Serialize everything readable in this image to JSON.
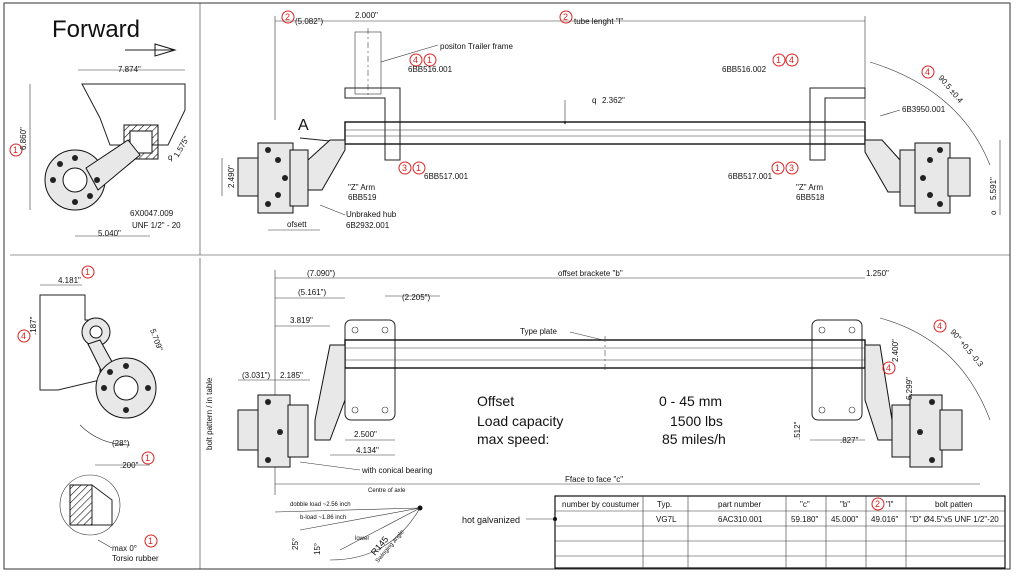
{
  "title": "Forward",
  "top_view": {
    "tube_length_label": "tube lenght \"l\"",
    "tube_length_marker": "2",
    "left_offset_marker": "2",
    "left_offset_value": "(5.082\")",
    "frame_width": "2.000\"",
    "frame_label": "positon Trailer frame",
    "left_bracket": "6BB516.001",
    "left_bracket_markers": "4",
    "left_bracket_marker2": "1",
    "right_bracket": "6BB516.002",
    "right_bracket_markers": "1",
    "right_bracket_marker2": "4",
    "tube_size": "2.362\"",
    "tube_size_symbol": "q",
    "right_part": "6B3950.001",
    "left_arm_part": "6BB517.001",
    "left_arm_markers": [
      "3",
      "1"
    ],
    "right_arm_part": "6BB517.001",
    "right_arm_markers": [
      "1",
      "3"
    ],
    "left_z_arm_label": "\"Z\" Arm",
    "left_z_arm_part": "6BB519",
    "right_z_arm_label": "\"Z\" Arm",
    "right_z_arm_part": "6BB518",
    "unbraked_hub_label": "Unbraked hub",
    "unbraked_hub_part": "6B2932.001",
    "offset_label": "ofsett",
    "section_marker": "A",
    "dim_2490": "2.490\"",
    "right_angle_marker": "4",
    "right_angle_value": "90.5 ±0.4",
    "right_dim": "5.591\"",
    "right_dim_symbol": "o"
  },
  "side_view": {
    "width": "7.874\"",
    "height_marker": "1",
    "height": "6.860\"",
    "diag": "1.575\"",
    "diag_symbol": "q",
    "bolt_part": "6X0047.009",
    "bolt_thread": "UNF 1/2\" - 20",
    "hub_width": "5.040\""
  },
  "front_view": {
    "total": "(7.090\")",
    "brackets_label": "offset brackete \"b\"",
    "right_dim": "1.250\"",
    "left_dim": "(5.161\")",
    "bracket_dim": "(2.205\")",
    "arm_dim": "3.819\"",
    "type_plate": "Type plate",
    "hub_dim1": "(3.031\")",
    "hub_dim2": "2.185\"",
    "bolt_pattern_label": "bolt pattern / in table",
    "bottom_dim1": "2.500\"",
    "bottom_dim2": "4.134\"",
    "bearing_label": "with conical bearing",
    "face_label": "Fface to face \"c\"",
    "right_h1": "2.400\"",
    "right_h1_marker": "4",
    "right_h2": "6.299\"",
    "right_angle_marker": "4",
    "right_angle": "90° +0.5 -0.3",
    "right_bottom1": ".512\"",
    "right_bottom2": ".827\""
  },
  "specs": [
    {
      "label": "Offset",
      "value": "0 - 45 mm"
    },
    {
      "label": "Load capacity",
      "value": "1500 lbs"
    },
    {
      "label": "max speed:",
      "value": "85 miles/h"
    }
  ],
  "left_side_view": {
    "top_dim": "4.181\"",
    "top_marker": "1",
    "left_marker": "4",
    "left_dim": ".187\"",
    "arm_dim": "5.709\"",
    "angle_label": "(28°)",
    "bottom_dim": ".200\"",
    "bottom_marker": "1",
    "max_label": "max 0°",
    "max_marker": "1",
    "torsio_label": "Torsio rubber"
  },
  "load_diagram": {
    "center_label": "Centre of axle",
    "double_load": "dobble load ~2.56 inch",
    "bload": "b-load ~1.86 inch",
    "lower_label": "lower",
    "angle_25": "25°",
    "angle_15": "15°",
    "radius": "R145",
    "swing_label": "Swinging angle"
  },
  "galvanized_label": "hot galvanized",
  "table": {
    "headers": [
      "number by coustumer",
      "Typ.",
      "part number",
      "\"c\"",
      "\"b\"",
      "\"l\"",
      "bolt patten"
    ],
    "l_marker": "2",
    "rows": [
      [
        "",
        "VG7L",
        "6AC310.001",
        "59.180\"",
        "45.000\"",
        "49.016\"",
        "\"D\"  Ø4.5\"x5 UNF 1/2\"-20"
      ]
    ]
  }
}
